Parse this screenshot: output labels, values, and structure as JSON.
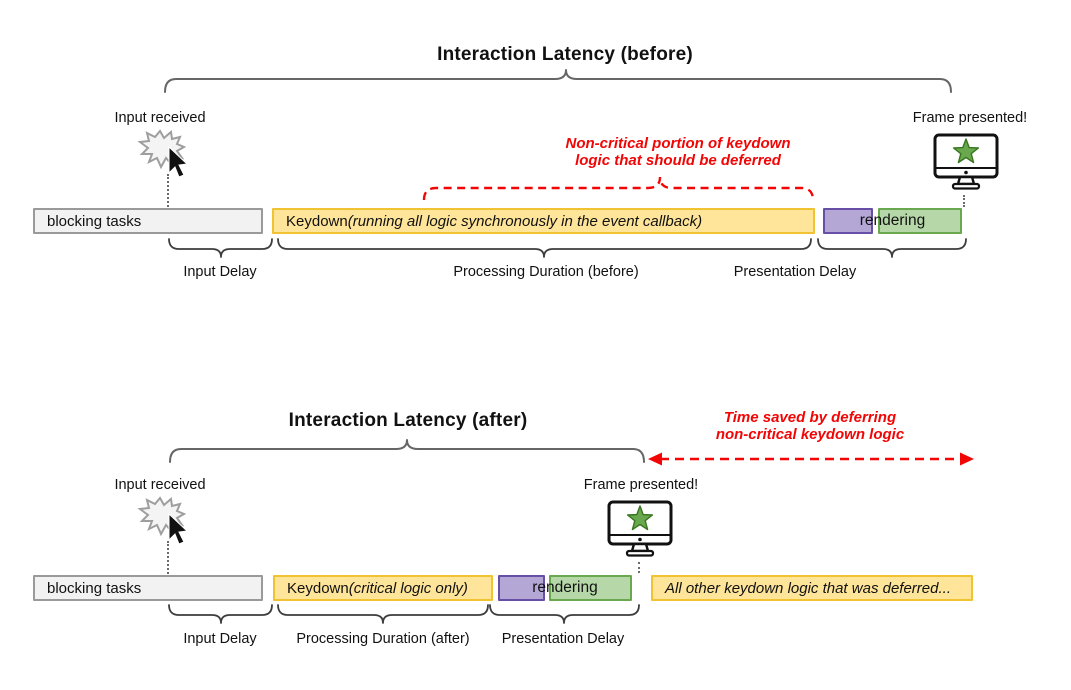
{
  "diagram": {
    "before": {
      "title": "Interaction Latency (before)",
      "input_received": "Input received",
      "frame_presented": "Frame presented!",
      "red_note_line1": "Non-critical portion of keydown",
      "red_note_line2": "logic that should be deferred",
      "bars": {
        "blocking": "blocking tasks",
        "keydown_prefix": "Keydown ",
        "keydown_italic": "(running all logic synchronously in the event callback)",
        "rendering": "rendering"
      },
      "labels": {
        "input_delay": "Input Delay",
        "processing": "Processing Duration (before)",
        "presentation": "Presentation Delay"
      }
    },
    "after": {
      "title": "Interaction Latency (after)",
      "input_received": "Input received",
      "frame_presented": "Frame presented!",
      "red_note_line1": "Time saved by deferring",
      "red_note_line2": "non-critical keydown logic",
      "bars": {
        "blocking": "blocking tasks",
        "keydown_prefix": "Keydown ",
        "keydown_italic": "(critical logic only)",
        "rendering": "rendering",
        "deferred": "All other keydown logic that was deferred..."
      },
      "labels": {
        "input_delay": "Input Delay",
        "processing": "Processing Duration (after)",
        "presentation": "Presentation Delay"
      }
    },
    "icons": {
      "input": "burst-click-cursor-icon",
      "frame": "monitor-with-star-icon"
    },
    "colors": {
      "task_yellow_fill": "#ffe599",
      "task_yellow_border": "#f1c232",
      "render_purple_fill": "#b4a7d6",
      "render_purple_border": "#674ea7",
      "paint_green_fill": "#b6d7a8",
      "paint_green_border": "#6aa84f",
      "blocking_gray_fill": "#f2f2f2",
      "blocking_gray_border": "#9a9a9a",
      "annotation_red": "#f20505",
      "star_green": "#6aa84f"
    }
  }
}
